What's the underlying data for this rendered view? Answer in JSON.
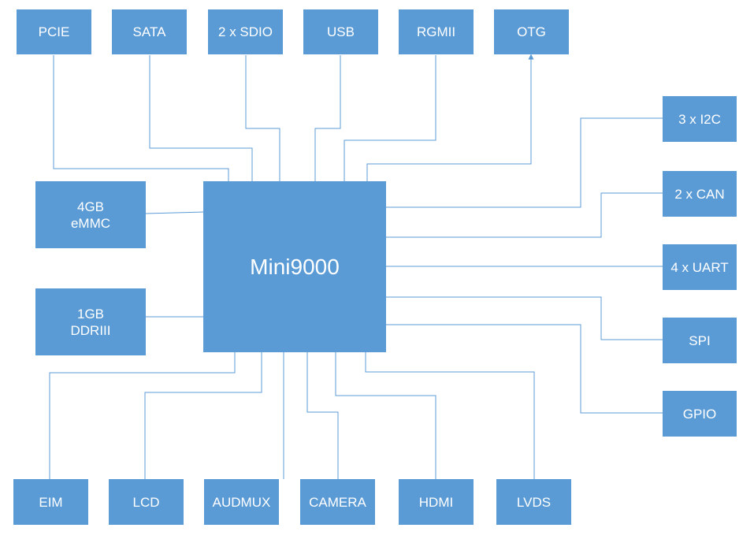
{
  "diagram": {
    "core": {
      "label": "Mini9000"
    },
    "top": [
      {
        "label": "PCIE"
      },
      {
        "label": "SATA"
      },
      {
        "label": "2 x SDIO"
      },
      {
        "label": "USB"
      },
      {
        "label": "RGMII"
      },
      {
        "label": "OTG"
      }
    ],
    "left": [
      {
        "line1": "4GB",
        "line2": "eMMC"
      },
      {
        "line1": "1GB",
        "line2": "DDRIII"
      }
    ],
    "right": [
      {
        "label": "3 x I2C"
      },
      {
        "label": "2 x CAN"
      },
      {
        "label": "4 x UART"
      },
      {
        "label": "SPI"
      },
      {
        "label": "GPIO"
      }
    ],
    "bottom": [
      {
        "label": "EIM"
      },
      {
        "label": "LCD"
      },
      {
        "label": "AUDMUX"
      },
      {
        "label": "CAMERA"
      },
      {
        "label": "HDMI"
      },
      {
        "label": "LVDS"
      }
    ],
    "colors": {
      "box_fill": "#5b9bd5",
      "connector": "#5b9bd5",
      "text": "#ffffff"
    }
  }
}
